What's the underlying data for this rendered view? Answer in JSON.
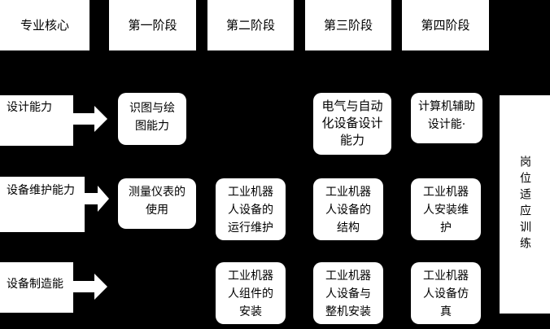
{
  "headers": [
    "专业核心",
    "第一阶段",
    "第二阶段",
    "第三阶段",
    "第四阶段"
  ],
  "rows": [
    {
      "label": "设计能力",
      "stage1": "识图与绘图能力",
      "stage2": "",
      "stage3": "电气与自动化设备设计能力",
      "stage4": "计算机辅助设计能·"
    },
    {
      "label": "设备维护能力",
      "stage1": "测量仪表的使用",
      "stage2": "工业机器人设备的运行维护",
      "stage3": "工业机器人设备的结构",
      "stage4": "工业机器人安装维护"
    },
    {
      "label": "设备制造能",
      "stage1": "",
      "stage2": "工业机器人组件的安装",
      "stage3": "工业机器人设备与整机安装",
      "stage4": "工业机器人设备仿真"
    }
  ],
  "side_label": "岗位适应训练"
}
